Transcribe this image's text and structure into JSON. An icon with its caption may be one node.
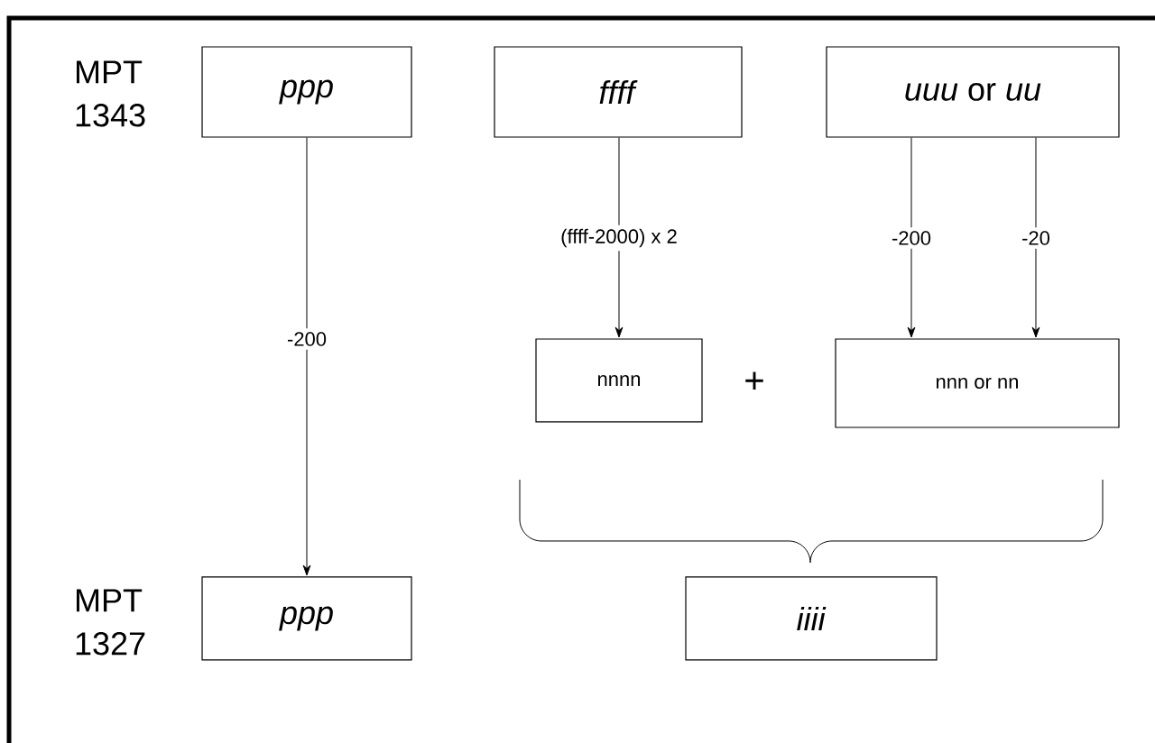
{
  "diagram": {
    "nodes": [
      {
        "text": [
          "*ppp*"
        ]
      },
      {
        "text": [
          "*ffff*"
        ]
      },
      {
        "text": [
          "*uuu* or *uu*"
        ]
      },
      {
        "text": [
          "nnnn"
        ]
      },
      {
        "text": [
          "nnn or nn"
        ]
      },
      {
        "text": [
          "*ppp*"
        ]
      },
      {
        "text": [
          "*iiii*"
        ]
      }
    ],
    "edges": [
      {
        "from": 0,
        "to": 5,
        "arrow": "to",
        "label": "-200"
      },
      {
        "from": 1,
        "to": 3,
        "arrow": "to",
        "label": "(ffff-2000) x 2"
      },
      {
        "from": 2,
        "to": 4,
        "arrow": "to",
        "label": "-200"
      },
      {
        "from": 2,
        "to": 4,
        "arrow": "to",
        "label": "-20"
      }
    ],
    "labels": [
      "MPT 1343",
      "MPT 1327",
      "+"
    ]
  }
}
